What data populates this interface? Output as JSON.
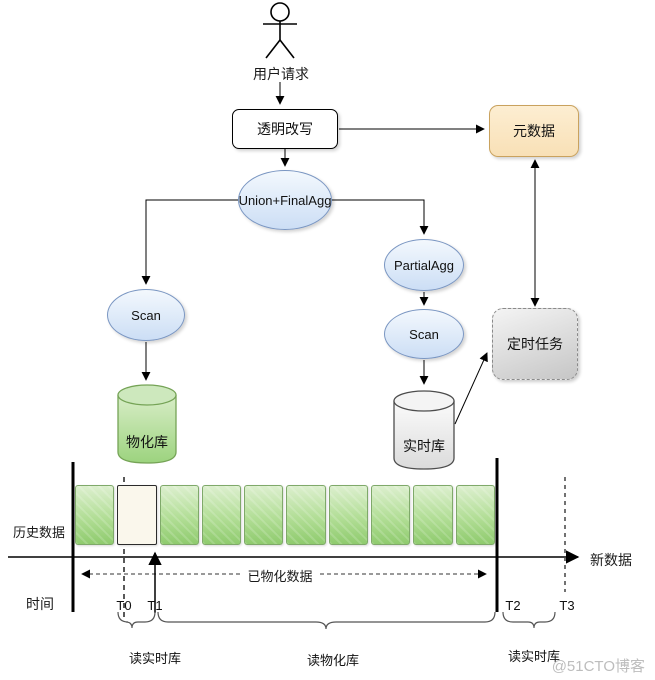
{
  "flow": {
    "actor_label": "用户请求",
    "rewrite_label": "透明改写",
    "metadata_label": "元数据",
    "union_final_agg_label": "Union+FinalAgg",
    "partial_agg_label": "PartialAgg",
    "scan_left_label": "Scan",
    "scan_right_label": "Scan",
    "materialized_store_label": "物化库",
    "realtime_store_label": "实时库",
    "scheduled_task_label": "定时任务"
  },
  "timeline": {
    "history_label": "历史数据",
    "time_axis_label": "时间",
    "new_data_label": "新数据",
    "materialized_range_label": "已物化数据",
    "ticks": [
      "T0",
      "T1",
      "T2",
      "T3"
    ],
    "block_count": 10,
    "highlight_block_index": 1,
    "segments": [
      {
        "from": "T0",
        "to": "T1",
        "label": "读实时库"
      },
      {
        "from": "T1",
        "to": "T2",
        "label": "读物化库"
      },
      {
        "from": "T2",
        "to": "T3",
        "label": "读实时库"
      }
    ]
  },
  "watermark": "@51CTO博客",
  "colors": {
    "metadata_fill": "#FAE6C0",
    "metadata_stroke": "#C9A25E",
    "blue_node_fill": "#DCE9F8",
    "blue_node_stroke": "#7A96C2",
    "green_fill": "#9CD37E",
    "green_stroke": "#75A356",
    "task_fill": "#D9D9D9",
    "line_color": "#000000",
    "watermark_color": "#BDBDBD"
  }
}
